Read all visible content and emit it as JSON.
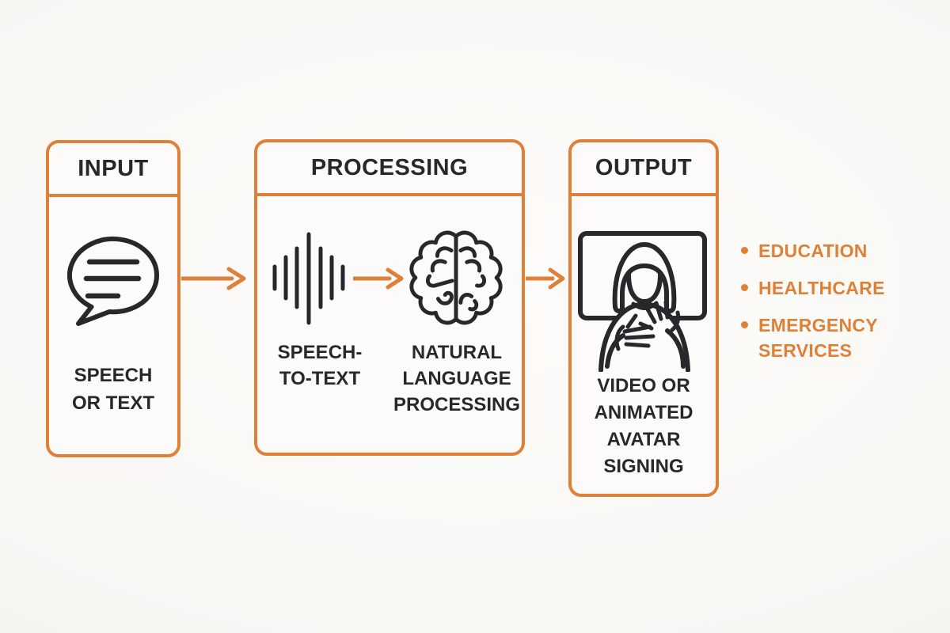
{
  "palette": {
    "accent": "#DF8038",
    "ink": "#26282C",
    "canvas_background": "#F8F7F4",
    "card_background": "#FCFBF9"
  },
  "stages": {
    "input": {
      "title": "INPUT",
      "item": {
        "icon": "speech-bubble-icon",
        "lines": [
          "SPEECH",
          "OR TEXT"
        ]
      }
    },
    "processing": {
      "title": "PROCESSING",
      "items": [
        {
          "icon": "waveform-icon",
          "lines": [
            "SPEECH-",
            "TO-TEXT"
          ]
        },
        {
          "icon": "brain-icon",
          "lines": [
            "NATURAL",
            "LANGUAGE",
            "PROCESSING"
          ]
        }
      ]
    },
    "output": {
      "title": "OUTPUT",
      "item": {
        "icon": "sign-language-avatar-icon",
        "lines": [
          "VIDEO OR",
          "ANIMATED",
          "AVATAR",
          "SIGNING"
        ]
      }
    }
  },
  "flow": {
    "arrows": [
      "input-to-processing",
      "speech-to-text-to-nlp",
      "processing-to-output"
    ]
  },
  "applications": {
    "items": [
      "EDUCATION",
      "HEALTHCARE",
      "EMERGENCY SERVICES"
    ]
  }
}
